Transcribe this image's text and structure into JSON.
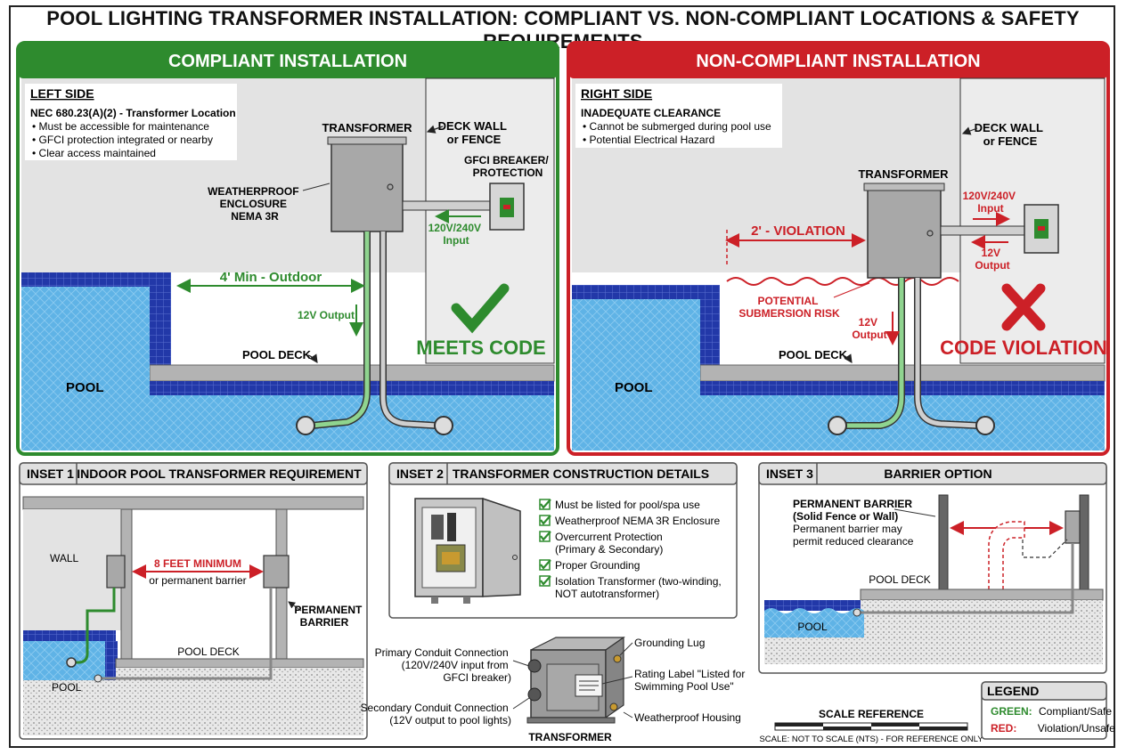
{
  "title": "POOL LIGHTING TRANSFORMER INSTALLATION: COMPLIANT VS. NON-COMPLIANT LOCATIONS & SAFETY REQUIREMENTS",
  "colors": {
    "green": "#2e8b2e",
    "red": "#cc2027",
    "pool": "#5fb3e6",
    "tile": "#2238a8",
    "wall": "#e3e3e3",
    "concrete": "#a9a9a9"
  },
  "compliant": {
    "header": "COMPLIANT INSTALLATION",
    "side_label": "LEFT SIDE",
    "rule": "NEC 680.23(A)(2) - Transformer Location",
    "bullets": [
      "Must be accessible for maintenance",
      "GFCI protection integrated or nearby",
      "Clear access maintained"
    ],
    "transformer": "TRANSFORMER",
    "enclosure": [
      "WEATHERPROOF",
      "ENCLOSURE",
      "NEMA 3R"
    ],
    "deck_wall": [
      "DECK WALL",
      "or FENCE"
    ],
    "gfci": [
      "GFCI BREAKER/",
      "PROTECTION"
    ],
    "input": [
      "120V/240V",
      "Input"
    ],
    "distance": "4' Min - Outdoor",
    "output": "12V Output",
    "verdict": "MEETS CODE",
    "pool_deck": "POOL DECK",
    "pool": "POOL"
  },
  "noncompliant": {
    "header": "NON-COMPLIANT INSTALLATION",
    "side_label": "RIGHT SIDE",
    "rule": "INADEQUATE CLEARANCE",
    "bullets": [
      "Cannot be submerged during pool use",
      "Potential Electrical Hazard"
    ],
    "transformer": "TRANSFORMER",
    "deck_wall": [
      "DECK WALL",
      "or FENCE"
    ],
    "input": [
      "120V/240V",
      "Input"
    ],
    "output_top": [
      "12V",
      "Output"
    ],
    "violation_dist": "2' - VIOLATION",
    "risk": [
      "POTENTIAL",
      "SUBMERSION RISK"
    ],
    "output": [
      "12V",
      "Output"
    ],
    "verdict": "CODE VIOLATION",
    "pool_deck": "POOL DECK",
    "pool": "POOL"
  },
  "inset1": {
    "tag": "INSET 1",
    "title": "INDOOR POOL TRANSFORMER REQUIREMENT",
    "wall": "WALL",
    "distance": "8 FEET MINIMUM",
    "distance_sub": "or permanent barrier",
    "barrier": [
      "PERMANENT",
      "BARRIER"
    ],
    "pool_deck": "POOL DECK",
    "pool": "POOL"
  },
  "inset2": {
    "tag": "INSET 2",
    "title": "TRANSFORMER CONSTRUCTION DETAILS",
    "checks": [
      [
        "Must be listed for pool/spa use"
      ],
      [
        "Weatherproof NEMA 3R Enclosure"
      ],
      [
        "Overcurrent Protection",
        "(Primary & Secondary)"
      ],
      [
        "Proper Grounding"
      ],
      [
        "Isolation Transformer (two-winding,",
        "NOT autotransformer)"
      ]
    ]
  },
  "transformer_detail": {
    "primary": [
      "Primary Conduit Connection",
      "(120V/240V input from",
      "GFCI breaker)"
    ],
    "secondary": [
      "Secondary Conduit Connection",
      "(12V output to pool lights)"
    ],
    "grounding": "Grounding Lug",
    "rating": [
      "Rating Label \"Listed for",
      "Swimming Pool Use\""
    ],
    "housing": "Weatherproof Housing",
    "caption": "TRANSFORMER"
  },
  "inset3": {
    "tag": "INSET 3",
    "title": "BARRIER OPTION",
    "barrier": [
      "PERMANENT BARRIER",
      "(Solid Fence or Wall)",
      "Permanent barrier may",
      "permit reduced clearance"
    ],
    "pool_deck": "POOL DECK",
    "pool": "POOL"
  },
  "scale": {
    "title": "SCALE REFERENCE",
    "note": "SCALE: NOT TO SCALE (NTS) - FOR REFERENCE ONLY"
  },
  "legend": {
    "title": "LEGEND",
    "items": [
      {
        "key": "GREEN:",
        "value": "Compliant/Safe"
      },
      {
        "key": "RED:",
        "value": "Violation/Unsafe"
      }
    ]
  }
}
